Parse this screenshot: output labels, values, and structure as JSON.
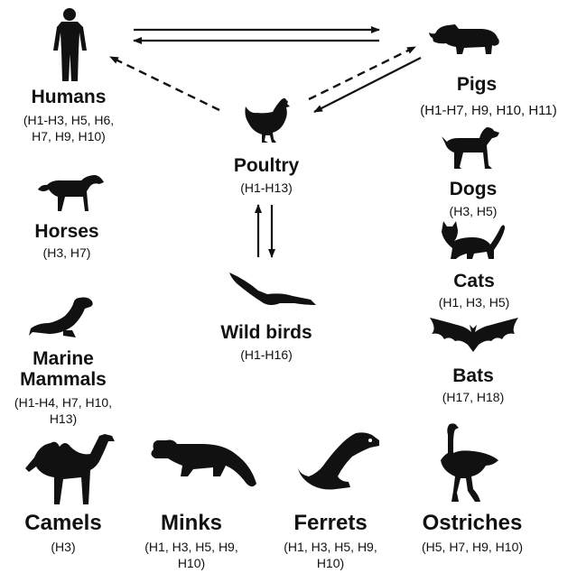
{
  "hosts": {
    "humans": {
      "name": "Humans",
      "subtypes": [
        "(H1-H3, H5, H6,",
        "H7, H9, H10)"
      ],
      "icon": "human-icon"
    },
    "pigs": {
      "name": "Pigs",
      "subtypes": [
        "(H1-H7, H9, H10, H11)"
      ],
      "icon": "pig-icon"
    },
    "poultry": {
      "name": "Poultry",
      "subtypes": [
        "(H1-H13)"
      ],
      "icon": "chicken-icon"
    },
    "horses": {
      "name": "Horses",
      "subtypes": [
        "(H3, H7)"
      ],
      "icon": "horse-icon"
    },
    "dogs": {
      "name": "Dogs",
      "subtypes": [
        "(H3, H5)"
      ],
      "icon": "dog-icon"
    },
    "cats": {
      "name": "Cats",
      "subtypes": [
        "(H1, H3, H5)"
      ],
      "icon": "cat-icon"
    },
    "wildbirds": {
      "name": "Wild birds",
      "subtypes": [
        "(H1-H16)"
      ],
      "icon": "bird-icon"
    },
    "marine": {
      "name": [
        "Marine",
        "Mammals"
      ],
      "subtypes": [
        "(H1-H4, H7, H10,",
        "H13)"
      ],
      "icon": "seal-icon"
    },
    "bats": {
      "name": "Bats",
      "subtypes": [
        "(H17, H18)"
      ],
      "icon": "bat-icon"
    },
    "camels": {
      "name": "Camels",
      "subtypes": [
        "(H3)"
      ],
      "icon": "camel-icon"
    },
    "minks": {
      "name": "Minks",
      "subtypes": [
        "(H1, H3, H5, H9,",
        "H10)"
      ],
      "icon": "mink-icon"
    },
    "ferrets": {
      "name": "Ferrets",
      "subtypes": [
        "(H1, H3, H5, H9,",
        "H10)"
      ],
      "icon": "ferret-icon"
    },
    "ostriches": {
      "name": "Ostriches",
      "subtypes": [
        "(H5, H7, H9, H10)"
      ],
      "icon": "ostrich-icon"
    }
  },
  "colors": {
    "ink": "#111111",
    "background": "#ffffff"
  }
}
